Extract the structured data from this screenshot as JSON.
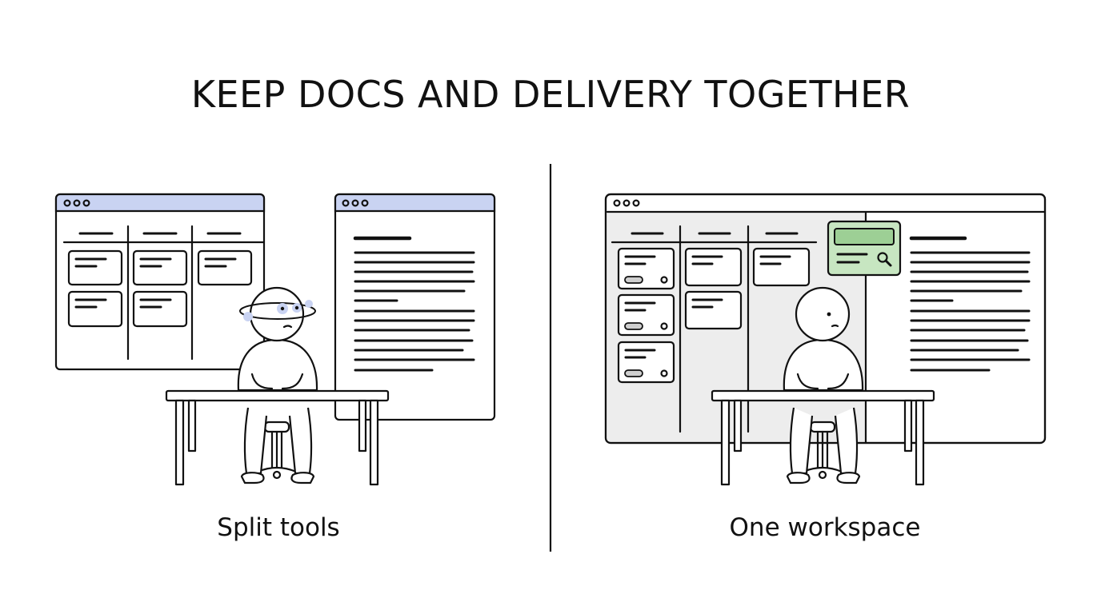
{
  "title": "KEEP DOCS AND DELIVERY TOGETHER",
  "panels": {
    "left": {
      "caption": "Split tools"
    },
    "right": {
      "caption": "One workspace"
    }
  },
  "colors": {
    "ink": "#111111",
    "titlebar_blue": "#c9d3f2",
    "workspace_gray": "#ededed",
    "search_green": "#c7e6c1",
    "search_green_dark": "#9dcf95",
    "dizzy_blue": "#c9d3f2"
  },
  "icons": [
    "window-dots-icon",
    "search-icon",
    "person-icon",
    "desk-icon",
    "chair-icon",
    "dizzy-icon"
  ]
}
